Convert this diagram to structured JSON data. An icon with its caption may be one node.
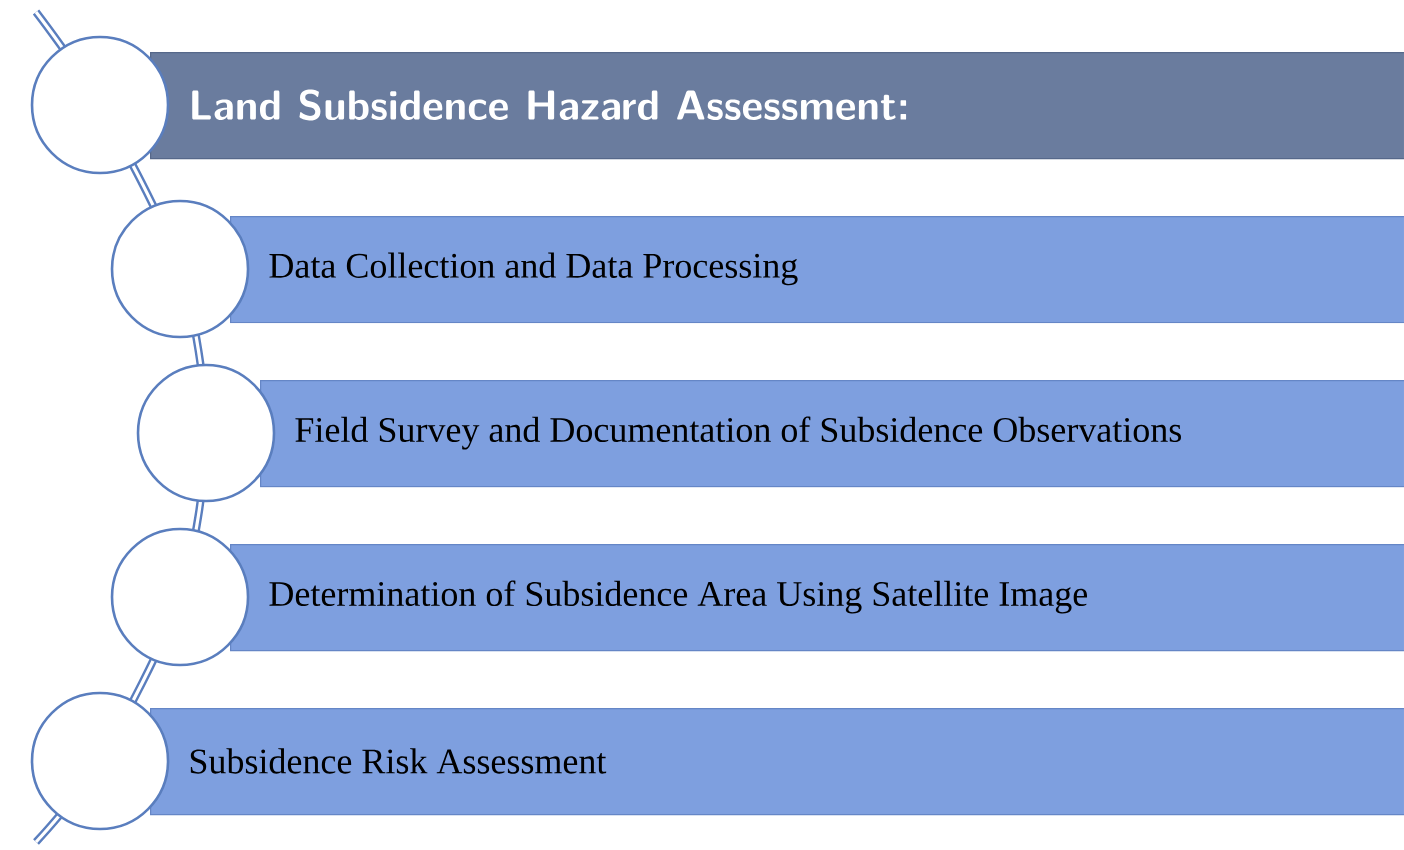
{
  "diagram": {
    "nodes": [
      {
        "text": [
          "Land Subsidence Hazard Assessment:"
        ]
      },
      {
        "text": [
          "Data Collection and Data Processing"
        ]
      },
      {
        "text": [
          "Field Survey and Documentation of Subsidence Observations"
        ]
      },
      {
        "text": [
          "Determination of Subsidence Area Using Satellite Image"
        ]
      },
      {
        "text": [
          "Subsidence Risk Assessment"
        ]
      }
    ]
  }
}
